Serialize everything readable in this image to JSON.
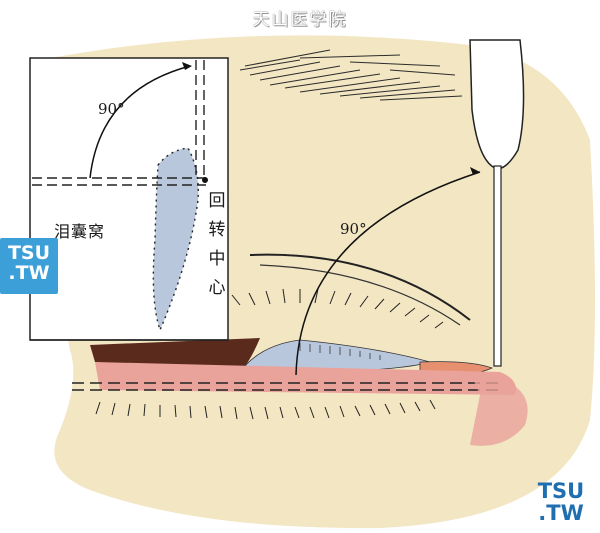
{
  "header": {
    "title": "天山医学院"
  },
  "labels": {
    "angle_inset": "90°",
    "angle_main": "90°",
    "lacrimal_sac_fossa": "泪囊窝",
    "rotation_center": "回转中心"
  },
  "watermark": {
    "line1": "TSU",
    "line2": ".TW"
  },
  "colors": {
    "skin": "#f3e6c3",
    "conjunctiva": "#e9a39b",
    "pigment": "#5a2a1c",
    "canaliculus": "#b9c7dc",
    "logo_blue": "#3d9fd8"
  }
}
